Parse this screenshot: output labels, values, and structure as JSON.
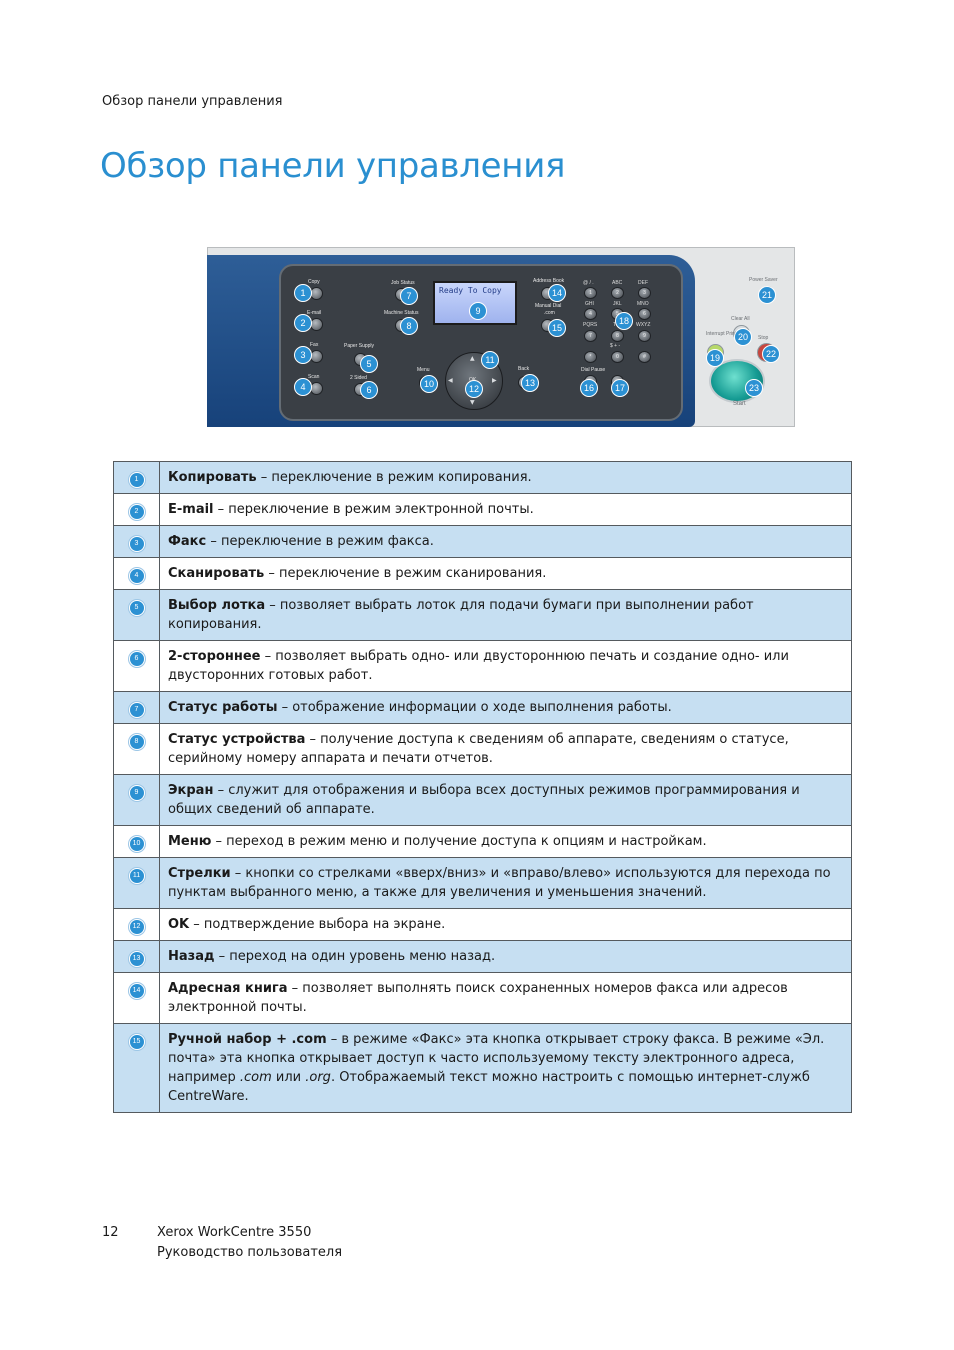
{
  "header": {
    "running_title": "Обзор панели управления"
  },
  "title": "Обзор панели управления",
  "panel": {
    "display_text": "Ready To Copy",
    "labels": {
      "copy": "Copy",
      "email": "E-mail",
      "fax": "Fax",
      "scan": "Scan",
      "paper_supply": "Paper Supply",
      "two_sided": "2 Sided",
      "job_status": "Job Status",
      "machine_status": "Machine Status",
      "menu": "Menu",
      "back": "Back",
      "ok": "OK",
      "address_book": "Address Book",
      "manual_dial": "Manual Dial",
      "dot_com": ".com",
      "dial_pause": "Dial Pause",
      "power_saver": "Power Saver",
      "clear_all": "Clear All",
      "interrupt_printing": "Interrupt Printing",
      "stop": "Stop",
      "start": "Start"
    },
    "keypad": [
      "1",
      "2",
      "3",
      "4",
      "5",
      "6",
      "7",
      "8",
      "9",
      "*",
      "0",
      "#"
    ],
    "keypad_letters": [
      "@ / .",
      "ABC",
      "DEF",
      "GHI",
      "JKL",
      "MNO",
      "PQRS",
      "TUV",
      "WXYZ",
      "$ + -",
      "",
      ""
    ],
    "callouts": [
      "1",
      "2",
      "3",
      "4",
      "5",
      "6",
      "7",
      "8",
      "9",
      "10",
      "11",
      "12",
      "13",
      "14",
      "15",
      "16",
      "17",
      "18",
      "19",
      "20",
      "21",
      "22",
      "23"
    ]
  },
  "table": {
    "rows": [
      {
        "num": "1",
        "term": "Копировать",
        "desc": " – переключение в режим копирования.",
        "shade": true
      },
      {
        "num": "2",
        "term": "E-mail",
        "desc": " – переключение в режим электронной почты.",
        "shade": false
      },
      {
        "num": "3",
        "term": "Факс",
        "desc": " – переключение в режим факса.",
        "shade": true
      },
      {
        "num": "4",
        "term": "Сканировать",
        "desc": " – переключение в режим сканирования.",
        "shade": false
      },
      {
        "num": "5",
        "term": "Выбор лотка",
        "desc": " – позволяет выбрать лоток для подачи бумаги при выполнении работ копирования.",
        "shade": true
      },
      {
        "num": "6",
        "term": "2-стороннее",
        "desc": " – позволяет выбрать одно- или двустороннюю печать и создание одно- или двусторонних готовых работ.",
        "shade": false
      },
      {
        "num": "7",
        "term": "Статус работы",
        "desc": " – отображение информации о ходе выполнения работы.",
        "shade": true
      },
      {
        "num": "8",
        "term": "Статус устройства",
        "desc": " – получение доступа к сведениям об аппарате, сведениям о статусе, серийному номеру аппарата и печати отчетов.",
        "shade": false
      },
      {
        "num": "9",
        "term": "Экран",
        "desc": " – служит для отображения и выбора всех доступных режимов программирования и общих сведений об аппарате.",
        "shade": true
      },
      {
        "num": "10",
        "term": "Меню",
        "desc": " – переход в режим меню и получение доступа к опциям и настройкам.",
        "shade": false
      },
      {
        "num": "11",
        "term": "Стрелки",
        "desc": " – кнопки со стрелками «вверх/вниз» и «вправо/влево» используются для перехода по пунктам выбранного меню, а также для увеличения и уменьшения значений.",
        "shade": true
      },
      {
        "num": "12",
        "term": "OK",
        "desc": " – подтверждение выбора на экране.",
        "shade": false
      },
      {
        "num": "13",
        "term": "Назад",
        "desc": " – переход на один уровень меню назад.",
        "shade": true
      },
      {
        "num": "14",
        "term": "Адресная книга",
        "desc": " – позволяет выполнять поиск сохраненных номеров факса или адресов электронной почты.",
        "shade": false
      }
    ],
    "row15": {
      "num": "15",
      "term": "Ручной набор + .com",
      "desc_a": " – в режиме «Факс» эта кнопка открывает строку факса. В режиме «Эл. почта» эта кнопка открывает доступ к часто используемому тексту электронного адреса, например ",
      "ex1": ".com",
      "desc_b": " или ",
      "ex2": ".org",
      "desc_c": ". Отображаемый текст можно настроить с помощью интернет-служб CentreWare."
    }
  },
  "footer": {
    "page_number": "12",
    "product": "Xerox WorkCentre 3550",
    "doc": "Руководство пользователя"
  },
  "colors": {
    "accent": "#2a8fd0",
    "row_shade": "#c6dff2",
    "callout": "#2c91d3"
  }
}
